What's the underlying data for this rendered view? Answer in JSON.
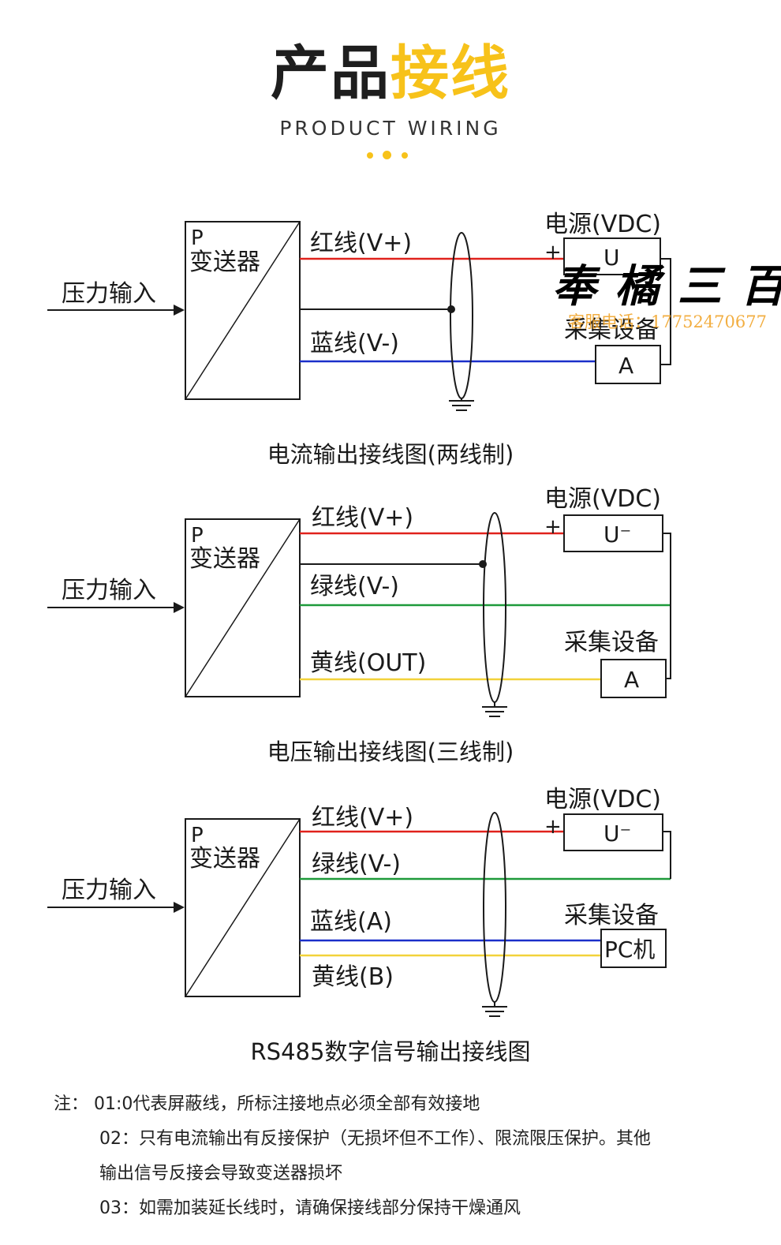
{
  "header": {
    "title_dark": "产品",
    "title_accent": "接线",
    "subtitle": "PRODUCT WIRING"
  },
  "colors": {
    "accent": "#f7c21a",
    "red_wire": "#e0221c",
    "blue_wire": "#1a2fc9",
    "green_wire": "#1e9a3a",
    "yellow_wire": "#f2d23a"
  },
  "common": {
    "transmitter_p": "P",
    "transmitter_name": "变送器",
    "pressure_input": "压力输入",
    "power_label": "电源(VDC)",
    "plus_sign": "+",
    "collector_label": "采集设备"
  },
  "diagram1": {
    "red_wire_label": "红线(V+)",
    "blue_wire_label": "蓝线(V-)",
    "power_box": "U",
    "collector_box": "A",
    "caption": "电流输出接线图(两线制)"
  },
  "diagram2": {
    "red_wire_label": "红线(V+)",
    "green_wire_label": "绿线(V-)",
    "yellow_wire_label": "黄线(OUT)",
    "power_box": "U⁻",
    "collector_box": "A",
    "caption": "电压输出接线图(三线制)"
  },
  "diagram3": {
    "red_wire_label": "红线(V+)",
    "green_wire_label": "绿线(V-)",
    "blue_wire_label": "蓝线(A)",
    "yellow_wire_label": "黄线(B)",
    "power_box": "U⁻",
    "collector_box": "PC机",
    "caption": "RS485数字信号输出接线图"
  },
  "notes": [
    "注：  01:0代表屏蔽线，所标注接地点必须全部有效接地",
    "02：只有电流输出有反接保护（无损坏但不工作）、限流限压保护。其他",
    "输出信号反接会导致变送器损坏",
    "03：如需加装延长线时，请确保接线部分保持干燥通风"
  ],
  "watermark": {
    "script_text": "奉 橘 三 百",
    "contact_line": "客服电话：17752470677"
  }
}
